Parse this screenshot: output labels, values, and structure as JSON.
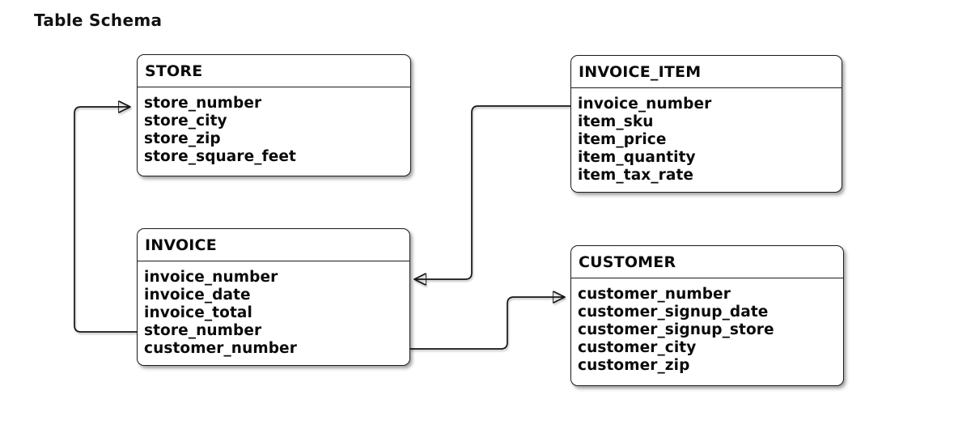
{
  "title": "Table Schema",
  "colors": {
    "background": "#ffffff",
    "box_fill": "#ffffff",
    "line": "#141414",
    "text": "#0a0a0a"
  },
  "tables": [
    {
      "name": "STORE",
      "fields": [
        "store_number",
        "store_city",
        "store_zip",
        "store_square_feet"
      ]
    },
    {
      "name": "INVOICE_ITEM",
      "fields": [
        "invoice_number",
        "item_sku",
        "item_price",
        "item_quantity",
        "item_tax_rate"
      ]
    },
    {
      "name": "INVOICE",
      "fields": [
        "invoice_number",
        "invoice_date",
        "invoice_total",
        "store_number",
        "customer_number"
      ]
    },
    {
      "name": "CUSTOMER",
      "fields": [
        "customer_number",
        "customer_signup_date",
        "customer_signup_store",
        "customer_city",
        "customer_zip"
      ]
    }
  ],
  "relationships": [
    {
      "from_table": "INVOICE",
      "from_field": "store_number",
      "to_table": "STORE",
      "to_field": "store_number"
    },
    {
      "from_table": "INVOICE_ITEM",
      "from_field": "invoice_number",
      "to_table": "INVOICE",
      "to_field": "invoice_number"
    },
    {
      "from_table": "INVOICE",
      "from_field": "customer_number",
      "to_table": "CUSTOMER",
      "to_field": "customer_number"
    }
  ]
}
